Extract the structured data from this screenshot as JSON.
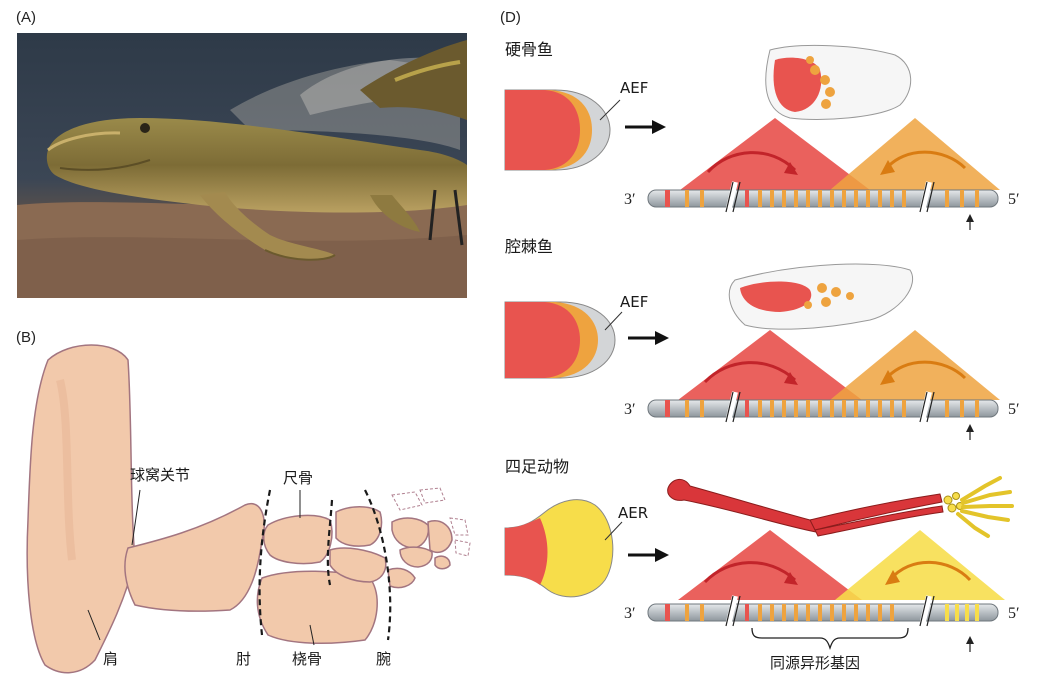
{
  "panels": {
    "a": "(A)",
    "b": "(B)",
    "d": "(D)"
  },
  "panel_b": {
    "shoulder": "肩",
    "ball_joint": "球窝关节",
    "ulna": "尺骨",
    "elbow": "肘",
    "radius": "桡骨",
    "wrist": "腕"
  },
  "panel_d": {
    "rows": [
      {
        "title": "硬骨鱼",
        "ridge": "AEF",
        "end3": "3′",
        "end5": "5′"
      },
      {
        "title": "腔棘鱼",
        "ridge": "AEF",
        "end3": "3′",
        "end5": "5′"
      },
      {
        "title": "四足动物",
        "ridge": "AER",
        "end3": "3′",
        "end5": "5′"
      }
    ],
    "bracket_label": "同源异形基因"
  },
  "colors": {
    "red": "#e8544f",
    "orange": "#eea33f",
    "yellow": "#f7dd4a",
    "gray": "#cfd3d6"
  }
}
